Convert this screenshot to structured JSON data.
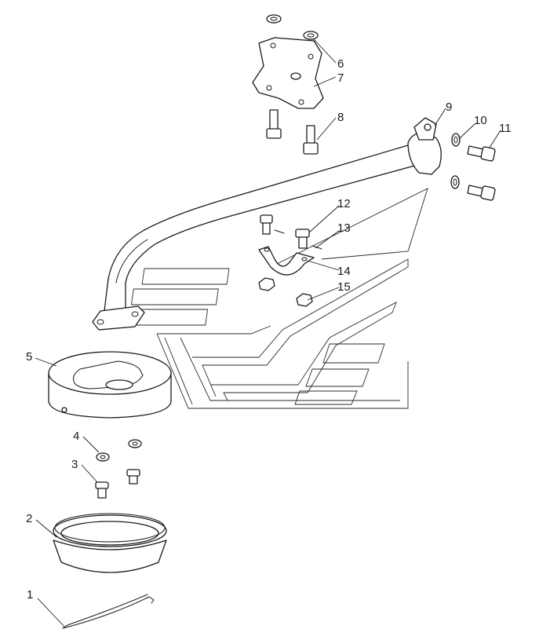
{
  "callouts": [
    {
      "id": "1",
      "label": "1"
    },
    {
      "id": "2",
      "label": "2"
    },
    {
      "id": "3",
      "label": "3"
    },
    {
      "id": "4",
      "label": "4"
    },
    {
      "id": "5",
      "label": "5"
    },
    {
      "id": "6",
      "label": "6"
    },
    {
      "id": "7",
      "label": "7"
    },
    {
      "id": "8",
      "label": "8"
    },
    {
      "id": "9",
      "label": "9"
    },
    {
      "id": "10",
      "label": "10"
    },
    {
      "id": "11",
      "label": "11"
    },
    {
      "id": "12",
      "label": "12"
    },
    {
      "id": "13",
      "label": "13"
    },
    {
      "id": "14",
      "label": "14"
    },
    {
      "id": "15",
      "label": "15"
    }
  ],
  "colors": {
    "line": "#1a1a1a",
    "background": "#ffffff"
  }
}
